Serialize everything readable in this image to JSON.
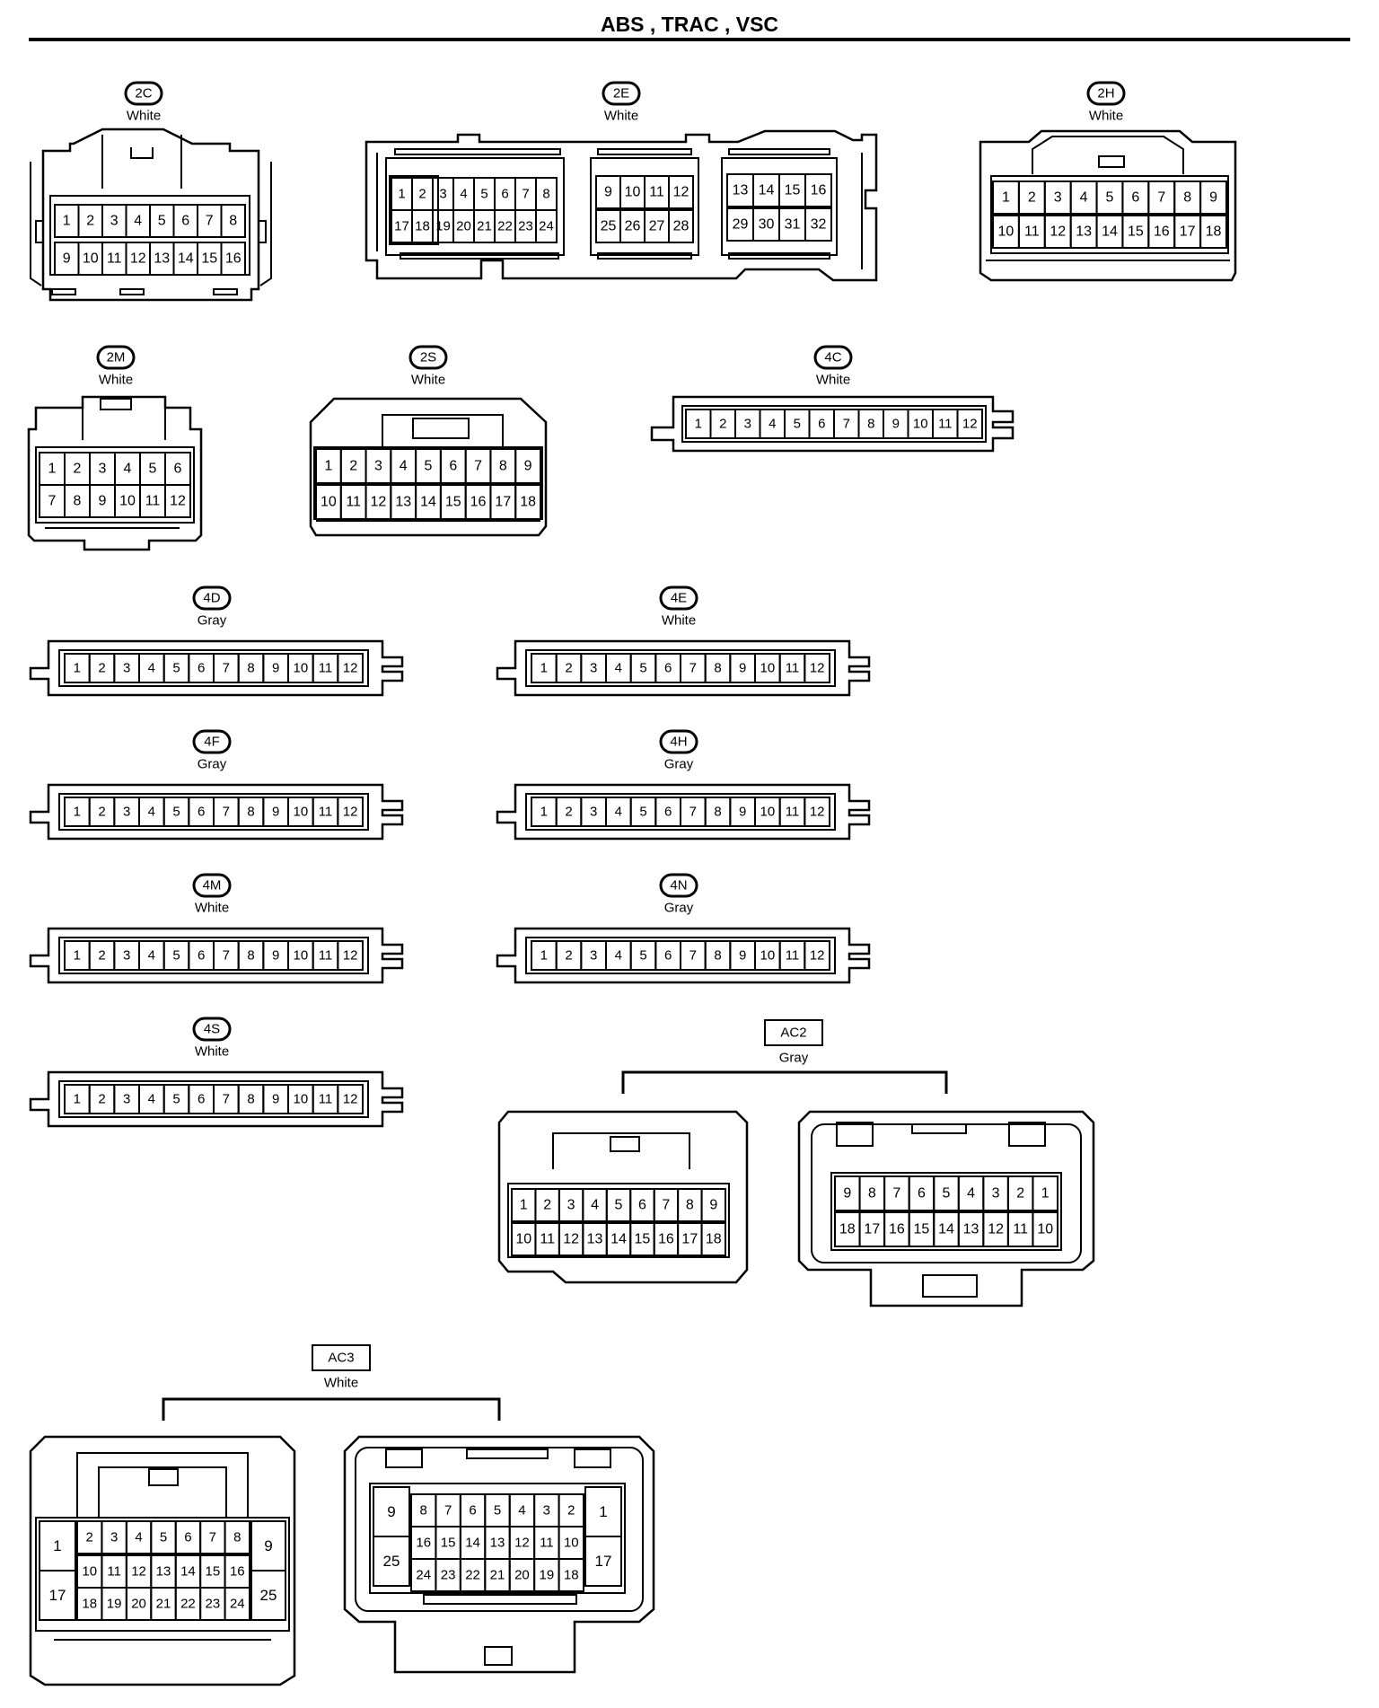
{
  "title": "ABS , TRAC , VSC",
  "connectors": {
    "c2C": {
      "code": "2C",
      "color": "White",
      "row1": [
        "1",
        "2",
        "3",
        "4",
        "5",
        "6",
        "7",
        "8"
      ],
      "row2": [
        "9",
        "10",
        "11",
        "12",
        "13",
        "14",
        "15",
        "16"
      ]
    },
    "c2E": {
      "code": "2E",
      "color": "White",
      "g1_row1": [
        "1",
        "2",
        "3",
        "4",
        "5",
        "6",
        "7",
        "8"
      ],
      "g1_row2": [
        "17",
        "18",
        "19",
        "20",
        "21",
        "22",
        "23",
        "24"
      ],
      "g2_row1": [
        "9",
        "10",
        "11",
        "12"
      ],
      "g2_row2": [
        "25",
        "26",
        "27",
        "28"
      ],
      "g3_row1": [
        "13",
        "14",
        "15",
        "16"
      ],
      "g3_row2": [
        "29",
        "30",
        "31",
        "32"
      ]
    },
    "c2H": {
      "code": "2H",
      "color": "White",
      "row1": [
        "1",
        "2",
        "3",
        "4",
        "5",
        "6",
        "7",
        "8",
        "9"
      ],
      "row2": [
        "10",
        "11",
        "12",
        "13",
        "14",
        "15",
        "16",
        "17",
        "18"
      ]
    },
    "c2M": {
      "code": "2M",
      "color": "White",
      "row1": [
        "1",
        "2",
        "3",
        "4",
        "5",
        "6"
      ],
      "row2": [
        "7",
        "8",
        "9",
        "10",
        "11",
        "12"
      ]
    },
    "c2S": {
      "code": "2S",
      "color": "White",
      "row1": [
        "1",
        "2",
        "3",
        "4",
        "5",
        "6",
        "7",
        "8",
        "9"
      ],
      "row2": [
        "10",
        "11",
        "12",
        "13",
        "14",
        "15",
        "16",
        "17",
        "18"
      ]
    },
    "c4C": {
      "code": "4C",
      "color": "White",
      "pins": [
        "1",
        "2",
        "3",
        "4",
        "5",
        "6",
        "7",
        "8",
        "9",
        "10",
        "11",
        "12"
      ]
    },
    "c4D": {
      "code": "4D",
      "color": "Gray",
      "pins": [
        "1",
        "2",
        "3",
        "4",
        "5",
        "6",
        "7",
        "8",
        "9",
        "10",
        "11",
        "12"
      ]
    },
    "c4E": {
      "code": "4E",
      "color": "White",
      "pins": [
        "1",
        "2",
        "3",
        "4",
        "5",
        "6",
        "7",
        "8",
        "9",
        "10",
        "11",
        "12"
      ]
    },
    "c4F": {
      "code": "4F",
      "color": "Gray",
      "pins": [
        "1",
        "2",
        "3",
        "4",
        "5",
        "6",
        "7",
        "8",
        "9",
        "10",
        "11",
        "12"
      ]
    },
    "c4H": {
      "code": "4H",
      "color": "Gray",
      "pins": [
        "1",
        "2",
        "3",
        "4",
        "5",
        "6",
        "7",
        "8",
        "9",
        "10",
        "11",
        "12"
      ]
    },
    "c4M": {
      "code": "4M",
      "color": "White",
      "pins": [
        "1",
        "2",
        "3",
        "4",
        "5",
        "6",
        "7",
        "8",
        "9",
        "10",
        "11",
        "12"
      ]
    },
    "c4N": {
      "code": "4N",
      "color": "Gray",
      "pins": [
        "1",
        "2",
        "3",
        "4",
        "5",
        "6",
        "7",
        "8",
        "9",
        "10",
        "11",
        "12"
      ]
    },
    "c4S": {
      "code": "4S",
      "color": "White",
      "pins": [
        "1",
        "2",
        "3",
        "4",
        "5",
        "6",
        "7",
        "8",
        "9",
        "10",
        "11",
        "12"
      ]
    },
    "cAC2": {
      "code": "AC2",
      "color": "Gray",
      "left_row1": [
        "1",
        "2",
        "3",
        "4",
        "5",
        "6",
        "7",
        "8",
        "9"
      ],
      "left_row2": [
        "10",
        "11",
        "12",
        "13",
        "14",
        "15",
        "16",
        "17",
        "18"
      ],
      "right_row1": [
        "9",
        "8",
        "7",
        "6",
        "5",
        "4",
        "3",
        "2",
        "1"
      ],
      "right_row2": [
        "18",
        "17",
        "16",
        "15",
        "14",
        "13",
        "12",
        "11",
        "10"
      ]
    },
    "cAC3": {
      "code": "AC3",
      "color": "White",
      "left_big_l": [
        "1",
        "17"
      ],
      "left_row1": [
        "2",
        "3",
        "4",
        "5",
        "6",
        "7",
        "8"
      ],
      "left_row2": [
        "10",
        "11",
        "12",
        "13",
        "14",
        "15",
        "16"
      ],
      "left_row3": [
        "18",
        "19",
        "20",
        "21",
        "22",
        "23",
        "24"
      ],
      "left_big_r": [
        "9",
        "25"
      ],
      "right_big_l": [
        "9",
        "25"
      ],
      "right_row1": [
        "8",
        "7",
        "6",
        "5",
        "4",
        "3",
        "2"
      ],
      "right_row2": [
        "16",
        "15",
        "14",
        "13",
        "12",
        "11",
        "10"
      ],
      "right_row3": [
        "24",
        "23",
        "22",
        "21",
        "20",
        "19",
        "18"
      ],
      "right_big_r": [
        "1",
        "17"
      ]
    }
  }
}
